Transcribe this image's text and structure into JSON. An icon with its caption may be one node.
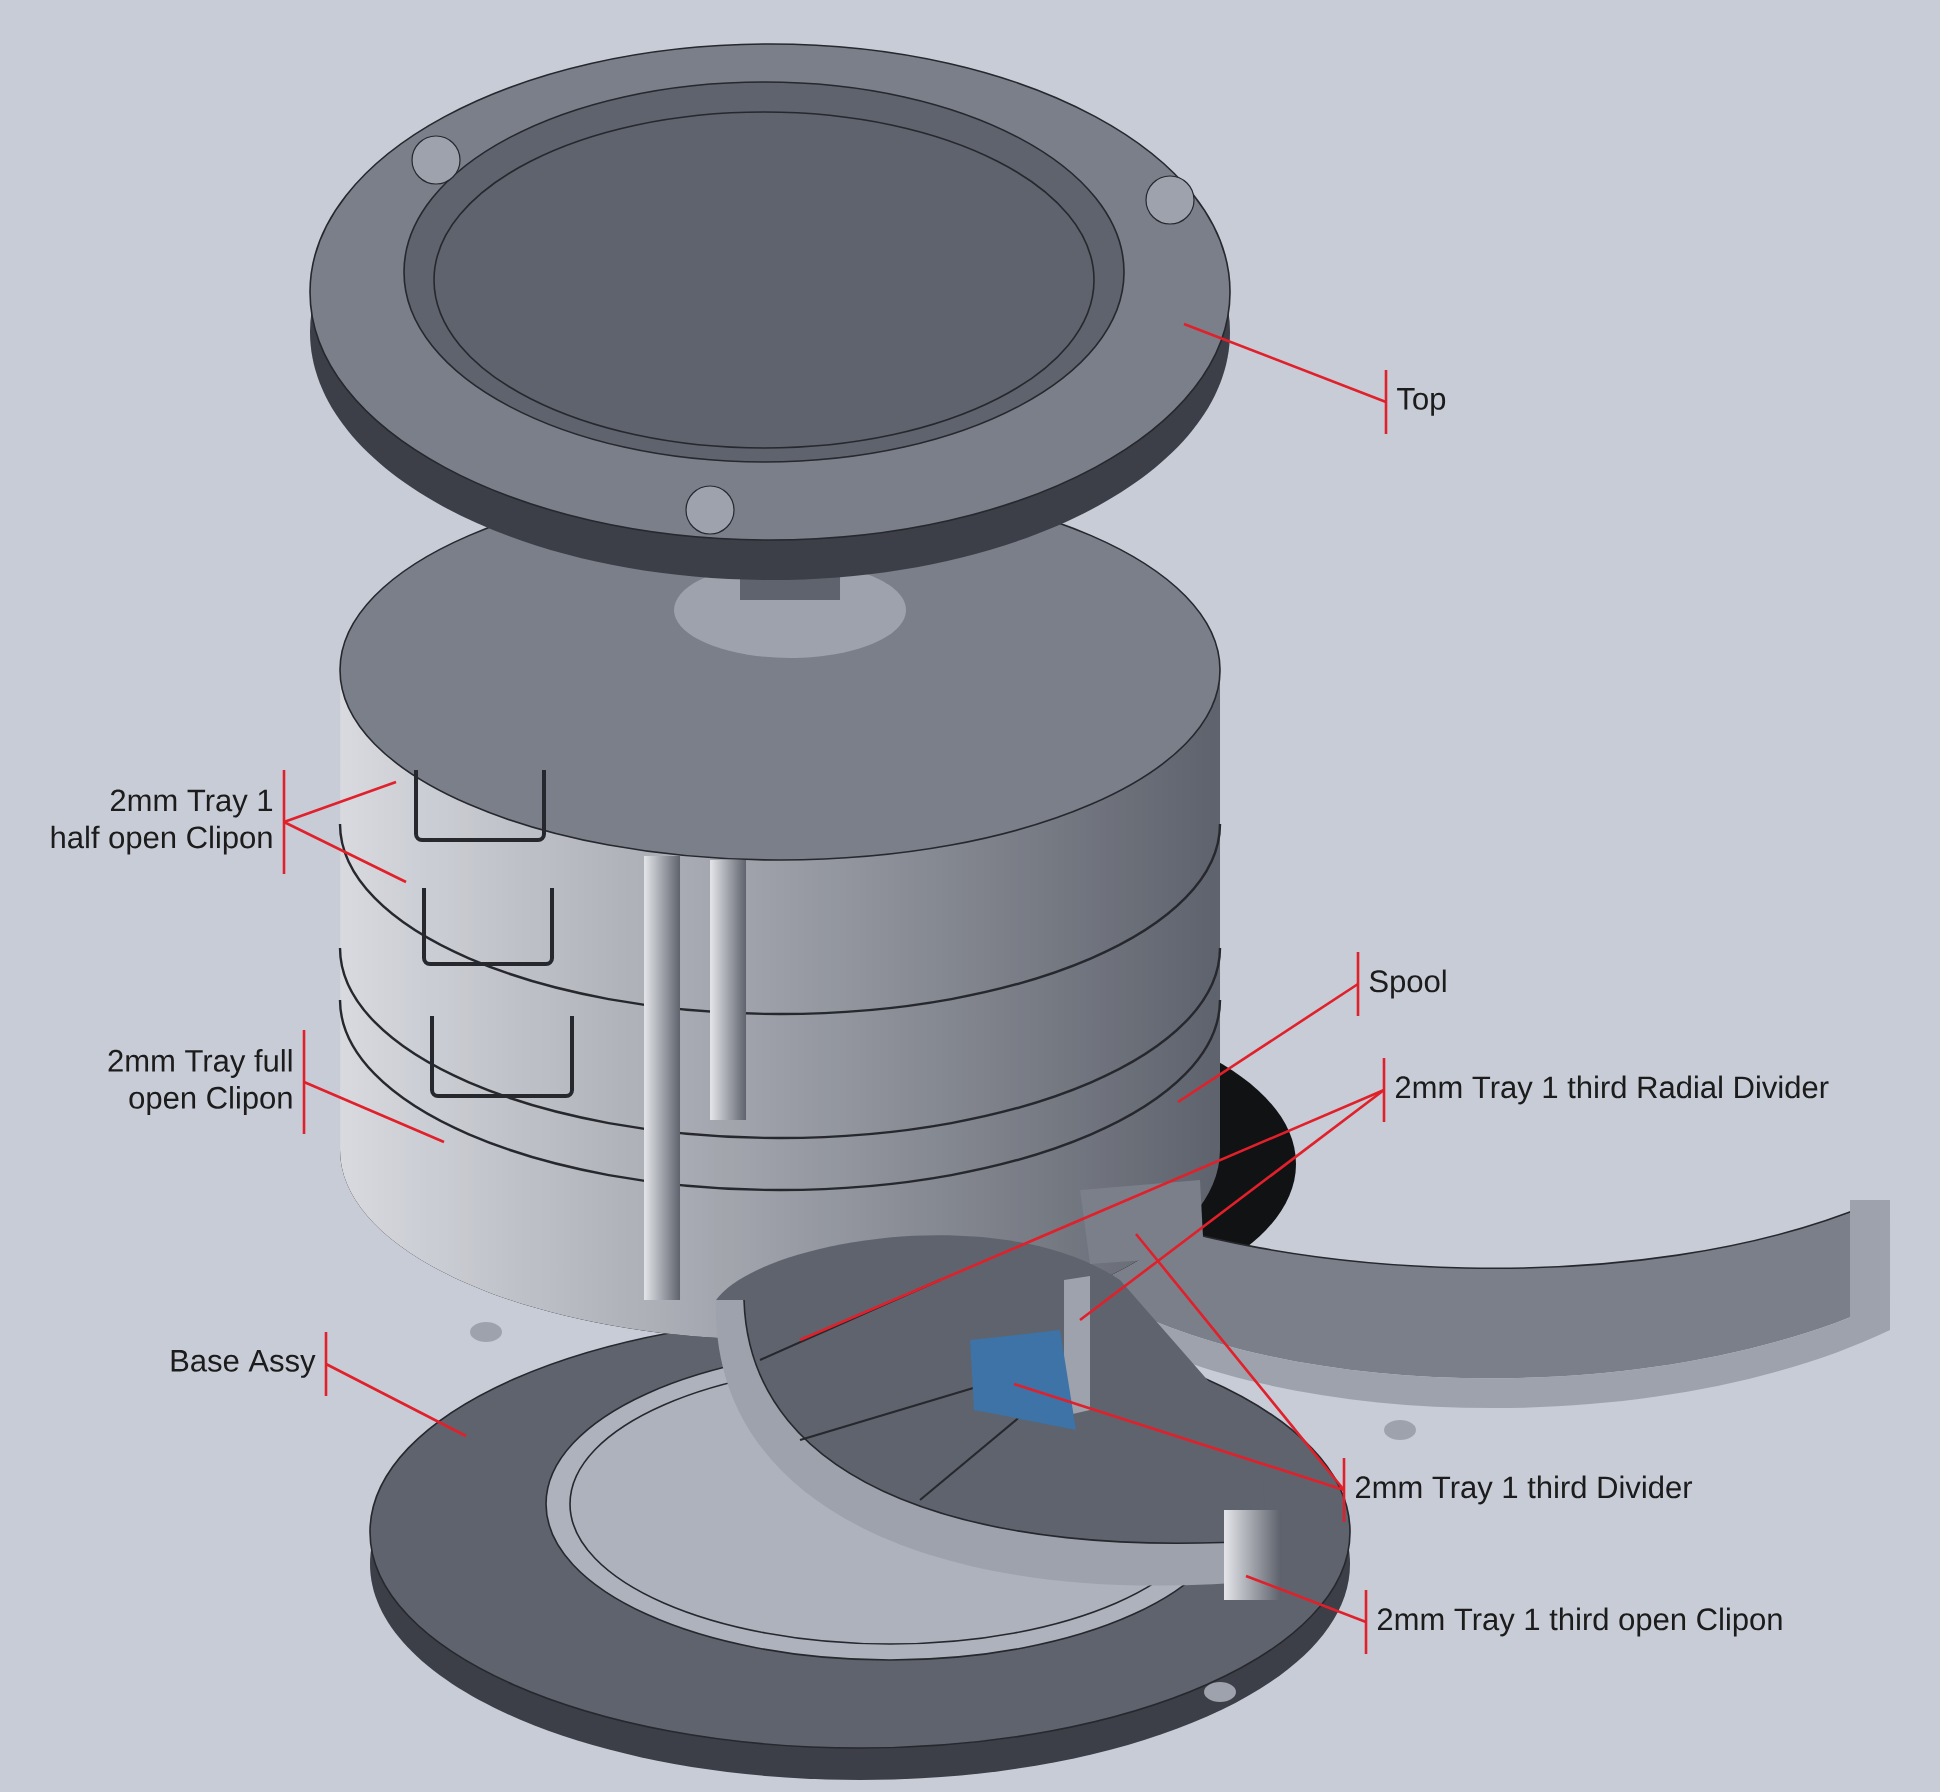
{
  "diagram": {
    "nodes": [
      {
        "text": [
          "Top"
        ]
      },
      {
        "text": [
          "2mm Tray 1 half open Clipon"
        ]
      },
      {
        "text": [
          "Spool"
        ]
      },
      {
        "text": [
          "2mm Tray full open Clipon"
        ]
      },
      {
        "text": [
          "2mm Tray 1 third Radial Divider"
        ]
      },
      {
        "text": [
          "Base Assy"
        ]
      },
      {
        "text": [
          "2mm Tray 1 third Divider"
        ]
      },
      {
        "text": [
          "2mm Tray 1 third open Clipon"
        ]
      }
    ],
    "edges": [
      {
        "from": 0,
        "to": null,
        "arrow": "none"
      },
      {
        "from": 1,
        "to": null,
        "arrow": "none"
      },
      {
        "from": 1,
        "to": null,
        "arrow": "none"
      },
      {
        "from": 2,
        "to": null,
        "arrow": "none"
      },
      {
        "from": 3,
        "to": null,
        "arrow": "none"
      },
      {
        "from": 4,
        "to": null,
        "arrow": "none"
      },
      {
        "from": 4,
        "to": null,
        "arrow": "none"
      },
      {
        "from": 5,
        "to": null,
        "arrow": "none"
      },
      {
        "from": 6,
        "to": null,
        "arrow": "none"
      },
      {
        "from": 6,
        "to": null,
        "arrow": "none"
      },
      {
        "from": 7,
        "to": null,
        "arrow": "none"
      }
    ]
  }
}
